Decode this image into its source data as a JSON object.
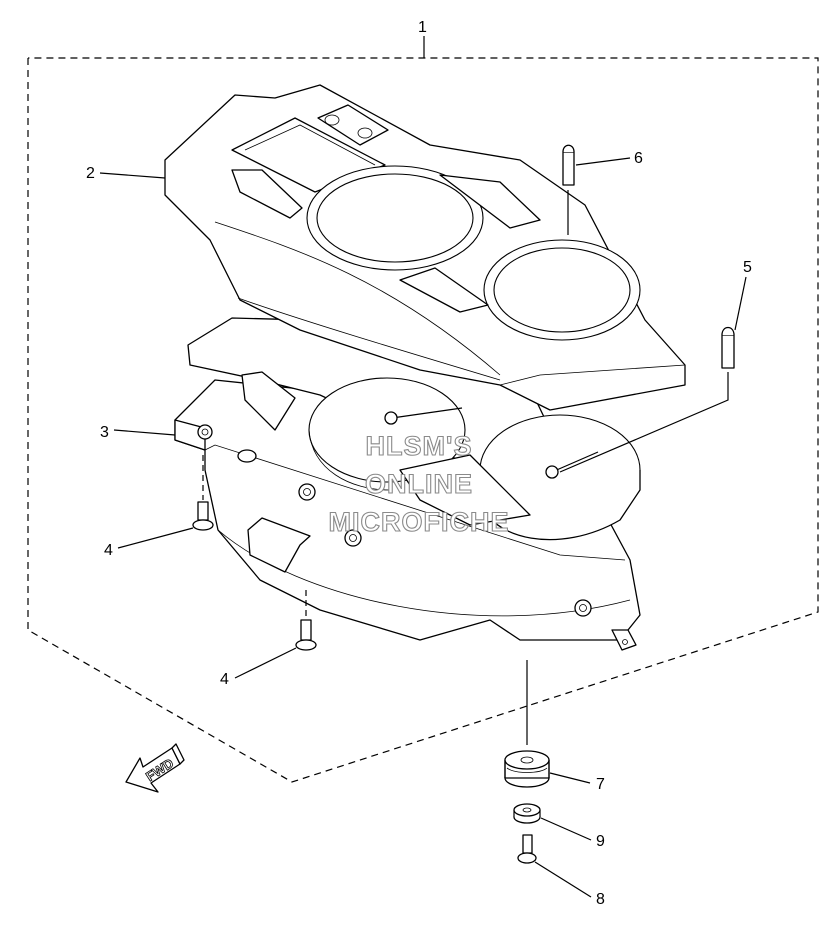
{
  "diagram": {
    "callouts": [
      {
        "id": "c1",
        "label": "1"
      },
      {
        "id": "c2",
        "label": "2"
      },
      {
        "id": "c3",
        "label": "3"
      },
      {
        "id": "c4a",
        "label": "4"
      },
      {
        "id": "c4b",
        "label": "4"
      },
      {
        "id": "c5",
        "label": "5"
      },
      {
        "id": "c6",
        "label": "6"
      },
      {
        "id": "c7",
        "label": "7"
      },
      {
        "id": "c8",
        "label": "8"
      },
      {
        "id": "c9",
        "label": "9"
      }
    ],
    "watermark": {
      "line1": "HLSM'S",
      "line2": "ONLINE",
      "line3": "MICROFICHE"
    },
    "direction_marker": {
      "label": "FWD"
    }
  }
}
